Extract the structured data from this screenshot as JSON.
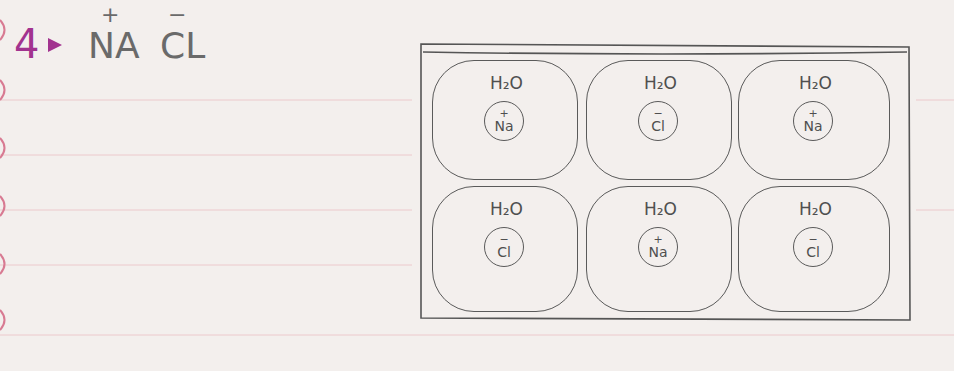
{
  "diagram": {
    "nodes": [
      {
        "text": [
          "H₂O"
        ]
      },
      {
        "text": [
          "+",
          "Na"
        ],
        "in": 0
      },
      {
        "text": [
          "H₂O"
        ]
      },
      {
        "text": [
          "−",
          "Cl"
        ],
        "in": 2
      },
      {
        "text": [
          "H₂O"
        ]
      },
      {
        "text": [
          "+",
          "Na"
        ],
        "in": 4
      },
      {
        "text": [
          "H₂O"
        ]
      },
      {
        "text": [
          "−",
          "Cl"
        ],
        "in": 6
      },
      {
        "text": [
          "H₂O"
        ]
      },
      {
        "text": [
          "+",
          "Na"
        ],
        "in": 8
      },
      {
        "text": [
          "H₂O"
        ]
      },
      {
        "text": [
          "−",
          "Cl"
        ],
        "in": 10
      }
    ],
    "labels": [
      "4",
      "+",
      "NA",
      "−",
      "CL"
    ]
  }
}
